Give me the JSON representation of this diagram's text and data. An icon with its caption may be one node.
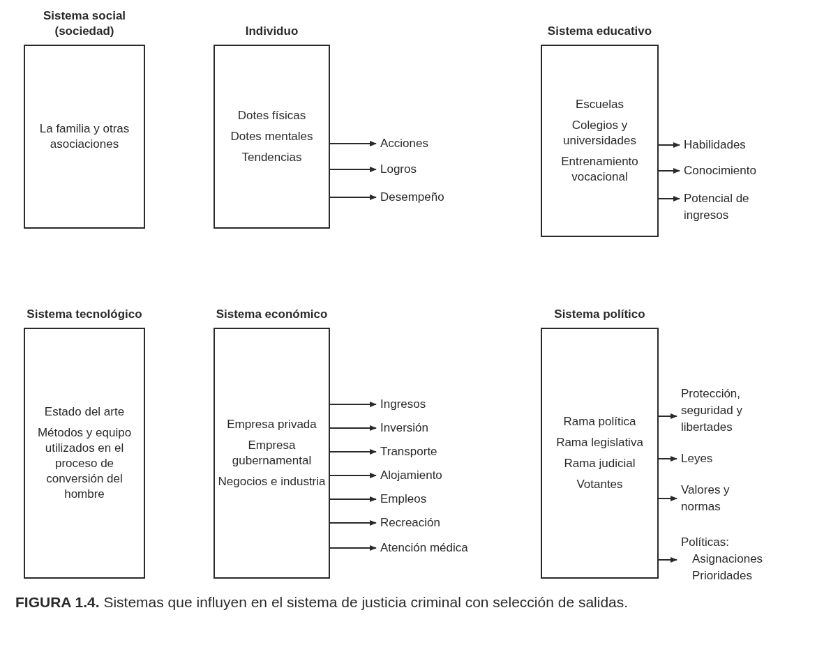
{
  "diagram": {
    "nodes": [
      {
        "text": [
          "Sistema social (sociedad)",
          "La familia y otras asociaciones"
        ]
      },
      {
        "text": [
          "Individuo",
          "Dotes físicas",
          "Dotes mentales",
          "Tendencias"
        ]
      },
      {
        "text": [
          "Acciones"
        ]
      },
      {
        "text": [
          "Logros"
        ]
      },
      {
        "text": [
          "Desempeño"
        ]
      },
      {
        "text": [
          "Sistema educativo",
          "Escuelas",
          "Colegios y universidades",
          "Entrenamiento vocacional"
        ]
      },
      {
        "text": [
          "Habilidades"
        ]
      },
      {
        "text": [
          "Conocimiento"
        ]
      },
      {
        "text": [
          "Potencial de ingresos"
        ]
      },
      {
        "text": [
          "Sistema tecnológico",
          "Estado del arte",
          "Métodos y equipo utilizados en el proceso de conversión del hombre"
        ]
      },
      {
        "text": [
          "Sistema económico",
          "Empresa privada",
          "Empresa gubernamental",
          "Negocios e industria"
        ]
      },
      {
        "text": [
          "Ingresos"
        ]
      },
      {
        "text": [
          "Inversión"
        ]
      },
      {
        "text": [
          "Transporte"
        ]
      },
      {
        "text": [
          "Alojamiento"
        ]
      },
      {
        "text": [
          "Empleos"
        ]
      },
      {
        "text": [
          "Recreación"
        ]
      },
      {
        "text": [
          "Atención médica"
        ]
      },
      {
        "text": [
          "Sistema político",
          "Rama política",
          "Rama legislativa",
          "Rama judicial",
          "Votantes"
        ]
      },
      {
        "text": [
          "Protección, seguridad y libertades"
        ]
      },
      {
        "text": [
          "Leyes"
        ]
      },
      {
        "text": [
          "Valores y normas"
        ]
      },
      {
        "text": [
          "Políticas:",
          "Asignaciones Prioridades"
        ]
      }
    ],
    "edges": [
      {
        "from": 1,
        "to": 2,
        "arrow": "to"
      },
      {
        "from": 1,
        "to": 3,
        "arrow": "to"
      },
      {
        "from": 1,
        "to": 4,
        "arrow": "to"
      },
      {
        "from": 5,
        "to": 6,
        "arrow": "to"
      },
      {
        "from": 5,
        "to": 7,
        "arrow": "to"
      },
      {
        "from": 5,
        "to": 8,
        "arrow": "to"
      },
      {
        "from": 10,
        "to": 11,
        "arrow": "to"
      },
      {
        "from": 10,
        "to": 12,
        "arrow": "to"
      },
      {
        "from": 10,
        "to": 13,
        "arrow": "to"
      },
      {
        "from": 10,
        "to": 14,
        "arrow": "to"
      },
      {
        "from": 10,
        "to": 15,
        "arrow": "to"
      },
      {
        "from": 10,
        "to": 16,
        "arrow": "to"
      },
      {
        "from": 10,
        "to": 17,
        "arrow": "to"
      },
      {
        "from": 18,
        "to": 19,
        "arrow": "to"
      },
      {
        "from": 18,
        "to": 20,
        "arrow": "to"
      },
      {
        "from": 18,
        "to": 21,
        "arrow": "to"
      },
      {
        "from": 18,
        "to": 22,
        "arrow": "to"
      }
    ],
    "caption": "**FIGURA 1.4.** Sistemas que influyen en el sistema de justicia criminal con selección de salidas."
  }
}
